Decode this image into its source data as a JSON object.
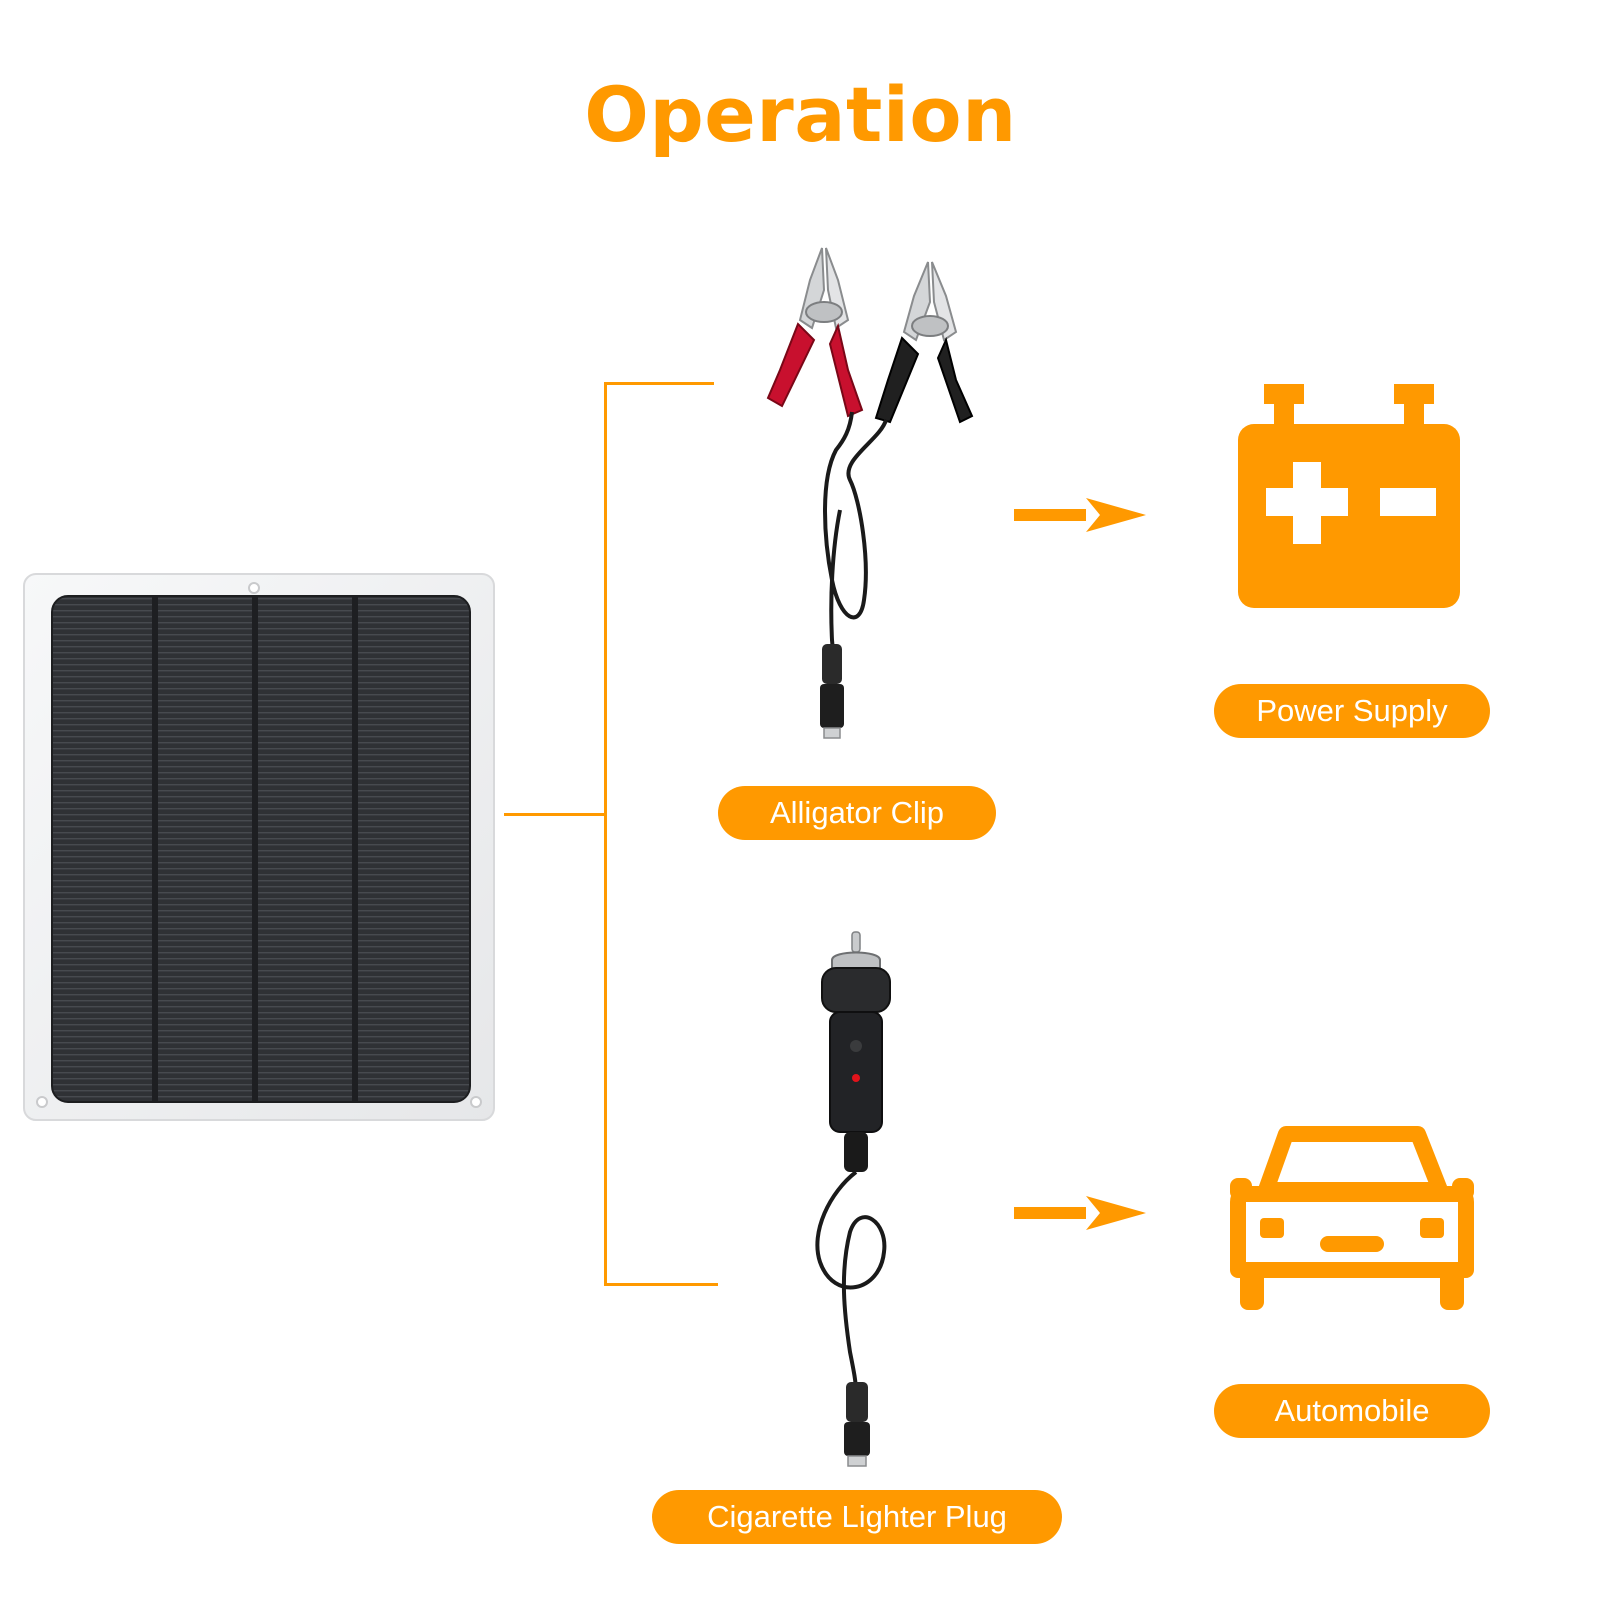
{
  "title": "Operation",
  "labels": {
    "alligator_clip": "Alligator Clip",
    "cigarette_lighter_plug": "Cigarette Lighter Plug",
    "power_supply": "Power Supply",
    "automobile": "Automobile"
  },
  "icons": {
    "solar_panel": "solar-panel-image",
    "alligator_clip": "alligator-clip-cable-image",
    "cigarette_plug": "cigarette-lighter-plug-cable-image",
    "battery": "battery-icon",
    "car": "car-icon",
    "arrow": "arrow-right-icon"
  },
  "colors": {
    "accent": "#FF9900",
    "panel": "#2E3033",
    "frame": "#F1F2F3"
  }
}
